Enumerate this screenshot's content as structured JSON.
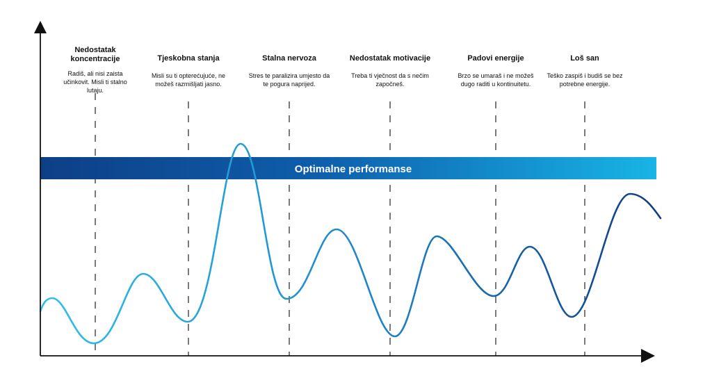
{
  "band": {
    "label": "Optimalne performanse"
  },
  "columns": [
    {
      "title": "Nedostatak koncentracije",
      "description": "Radiš, ali nisi zaista učinkovit. Misli ti stalno lutaju."
    },
    {
      "title": "Tjeskobna stanja",
      "description": "Misli su ti opterećujuće, ne možeš razmišljati jasno."
    },
    {
      "title": "Stalna nervoza",
      "description": "Stres te paralizira umjesto da te pogura naprijed."
    },
    {
      "title": "Nedostatak motivacije",
      "description": "Treba ti vječnost da s nečim započneš."
    },
    {
      "title": "Padovi energije",
      "description": "Brzo se umaraš i ne možeš dugo raditi u kontinuitetu."
    },
    {
      "title": "Loš san",
      "description": "Teško zaspiš i budiš se bez potrebne energije."
    }
  ],
  "colors": {
    "band_dark": "#0d3f86",
    "band_light": "#18b4e6",
    "curve_light": "#2fc0ec",
    "curve_dark": "#0f3c80",
    "axis": "#111111",
    "divider": "#222222"
  }
}
